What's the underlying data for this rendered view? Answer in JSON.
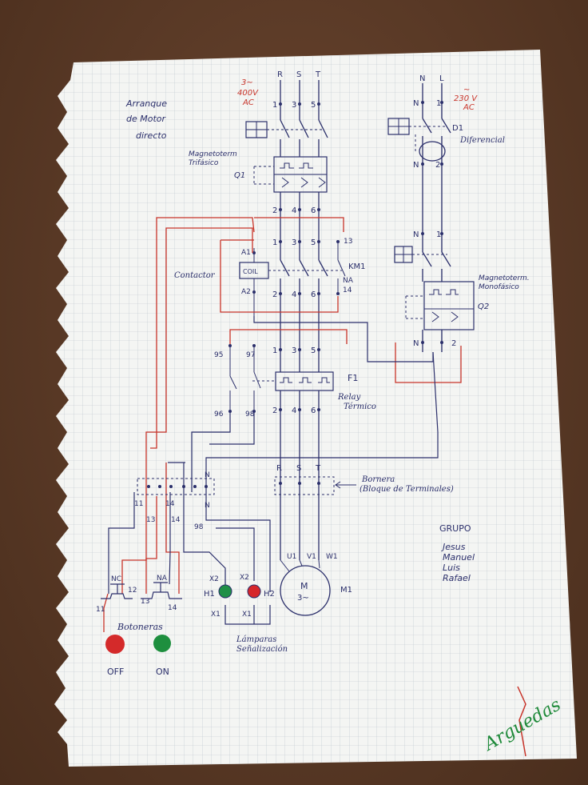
{
  "title_lines": [
    "Arranque",
    "de Motor",
    "directo"
  ],
  "supply_3ph": {
    "voltage": "3~",
    "value": "400V",
    "unit": "AC",
    "phases": [
      "R",
      "S",
      "T"
    ]
  },
  "supply_1ph": {
    "voltage": "~",
    "value": "230 V",
    "unit": "AC",
    "phases": [
      "N",
      "L"
    ]
  },
  "q1": {
    "label_lines": [
      "Magnetoterm",
      "Trifásico"
    ],
    "tag": "Q1"
  },
  "d1": {
    "tag": "D1",
    "label": "Diferencial"
  },
  "q2": {
    "label_lines": [
      "Magnetoterm.",
      "Monofásico"
    ],
    "tag": "Q2"
  },
  "km1": {
    "label": "Contactor",
    "tag": "KM1",
    "coil": "COIL",
    "a1": "A1",
    "a2": "A2",
    "na": "NA",
    "aux_top": "13",
    "aux_bottom": "14"
  },
  "f1": {
    "tag": "F1",
    "label_lines": [
      "Relay",
      "Térmico"
    ],
    "c95": "95",
    "c97": "97",
    "c96": "96",
    "c98": "98"
  },
  "bornera": {
    "label_lines": [
      "Bornera",
      "(Bloque de Terminales)"
    ],
    "terminals": [
      "R",
      "S",
      "T"
    ]
  },
  "motor": {
    "letter": "M",
    "phase": "3~",
    "tag": "M1",
    "terminals": [
      "U1",
      "V1",
      "W1"
    ]
  },
  "aux_terminals": {
    "t11": "11",
    "t14a": "14",
    "t13": "13",
    "t14b": "14",
    "n": "N",
    "t98": "98"
  },
  "buttons": {
    "label": "Botoneras",
    "nc": "NC",
    "na": "NA",
    "t11": "11",
    "t12": "12",
    "t13": "13",
    "t14": "14",
    "off": "OFF",
    "on": "ON"
  },
  "lamps": {
    "label_lines": [
      "Lámparas",
      "Señalización"
    ],
    "h1": "H1",
    "h2": "H2",
    "x1": "X1",
    "x2": "X2"
  },
  "group": {
    "title": "GRUPO",
    "members": [
      "Jesus",
      "Manuel",
      "Luis",
      "Rafael"
    ]
  },
  "signature": "Arguedas",
  "terminal_nums": {
    "q1_top": [
      "1",
      "3",
      "5"
    ],
    "q1_bot": [
      "2",
      "4",
      "6"
    ],
    "n": "N",
    "one": "1",
    "two": "2"
  },
  "colors": {
    "ink": "#2b2f6b",
    "red": "#c8342a",
    "green": "#1f8a3a",
    "off_btn": "#d42a2a",
    "on_btn": "#1e8f3e",
    "lamp_green": "#1f8f46",
    "lamp_red": "#d6262a"
  }
}
